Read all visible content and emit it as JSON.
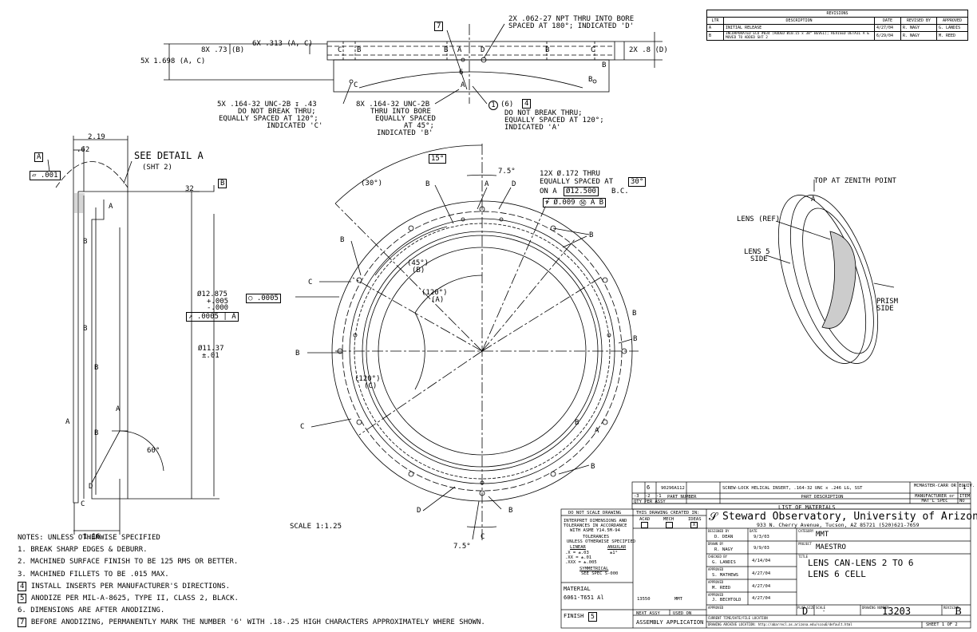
{
  "revisions": {
    "title": "REVISIONS",
    "headers": [
      "LTR",
      "DESCRIPTION",
      "DATE",
      "REVISED BY",
      "APPROVED"
    ],
    "rows": [
      [
        "A",
        "INITIAL RELEASE",
        "4/27/04",
        "R. NAGY",
        "G. LANDIS"
      ],
      [
        "B",
        "INCORPORATED ECO #034 (ADDED Ø10.15 x 38° BEVEL); REVISED DETAIL A & MOVED TO ADDED SHT 2",
        "6/29/04",
        "R. NAGY",
        "M. REED"
      ]
    ]
  },
  "top_view": {
    "dims": {
      "d_8x73": "8X .73 (B)",
      "d_6x313": "6X .313 (A, C)",
      "d_5x1698": "5X 1.698 (A, C)",
      "d_2x8": "2X .8 (D)"
    },
    "callout_7": "7",
    "npt_note_line1": "2X .062-27 NPT THRU INTO BORE",
    "npt_note_line2": "SPACED AT 180°; INDICATED 'D'",
    "note_c": [
      "5X .164-32 UNC-2B ↧ .43",
      "DO NOT BREAK THRU;",
      "EQUALLY SPACED AT 120°;",
      "INDICATED 'C'"
    ],
    "note_b": [
      "8X .164-32 UNC-2B",
      "THRU INTO BORE",
      "EQUALLY SPACED",
      "AT 45°;",
      "INDICATED 'B'"
    ],
    "note_a": [
      "(6)",
      "DO NOT BREAK THRU;",
      "EQUALLY SPACED AT 120°;",
      "INDICATED 'A'"
    ],
    "balloon_1": "1",
    "flag_4": "4",
    "letters_top": [
      "C",
      "B",
      "B",
      "A",
      "D",
      "B",
      "C",
      "B",
      "C",
      "A",
      "6",
      "B"
    ]
  },
  "section_view": {
    "d_219": "2.19",
    "d_62": ".62",
    "datum_a": "A",
    "flatness": ".001",
    "detail_label": "SEE DETAIL A",
    "detail_sheet": "(SHT 2)",
    "finish_32": "32",
    "datum_b": "B",
    "dia_12875": "Ø12.875",
    "tol_plus": "+.005",
    "tol_minus": "-.000",
    "runout": ".0005",
    "runout_datum": "A",
    "circularity": ".0005",
    "dia_1137": "Ø11.37",
    "tol_1137": "±.01",
    "angle_60": "60°",
    "d_116": "1.16",
    "letters": [
      "A",
      "B",
      "B",
      "B",
      "B",
      "A",
      "A",
      "D",
      "C"
    ]
  },
  "front_view": {
    "ang_15": "15°",
    "ang_75_top": "7.5°",
    "ang_30": "(30°)",
    "ang_45": "(45°)",
    "ang_45_sub": "(B)",
    "ang_120a": "(120°)",
    "ang_120a_sub": "(A)",
    "ang_120c": "(120°)",
    "ang_120c_sub": "(C)",
    "ang_75_bot": "7.5°",
    "hole_note_1": "12X Ø.172 THRU",
    "hole_note_2": "EQUALLY SPACED AT",
    "hole_angle": "30°",
    "hole_note_3": "ON A",
    "bc_dia": "Ø12.500",
    "bc_suffix": "B.C.",
    "position_tol": "Ø.009 Ⓜ A B",
    "scale": "SCALE 1:1.25",
    "letters": [
      "B",
      "A",
      "D",
      "B",
      "C",
      "B",
      "B",
      "B",
      "C",
      "B",
      "A",
      "D",
      "B",
      "C",
      "B",
      "B"
    ]
  },
  "iso_view": {
    "top_label": "TOP AT ZENITH POINT",
    "lens_ref": "LENS (REF)",
    "lens5": "LENS 5",
    "lens5_side": "SIDE",
    "prism": "PRISM",
    "prism_side": "SIDE",
    "a_mark": "A"
  },
  "notes": {
    "header": "NOTES: UNLESS OTHERWISE SPECIFIED",
    "items": [
      {
        "num": "1.",
        "text": "BREAK SHARP EDGES & DEBURR.",
        "flag": false
      },
      {
        "num": "2.",
        "text": "MACHINED SURFACE FINISH TO BE 125 RMS OR BETTER.",
        "flag": false
      },
      {
        "num": "3.",
        "text": "MACHINED FILLETS TO BE .015 MAX.",
        "flag": false
      },
      {
        "num": "4",
        "text": "INSTALL INSERTS PER MANUFACTURER'S DIRECTIONS.",
        "flag": true
      },
      {
        "num": "5",
        "text": "ANODIZE PER MIL-A-8625, TYPE II, CLASS 2, BLACK.",
        "flag": true
      },
      {
        "num": "6.",
        "text": "DIMENSIONS ARE AFTER ANODIZING.",
        "flag": false
      },
      {
        "num": "7",
        "text": "BEFORE ANODIZING, PERMANENTLY MARK THE NUMBER '6' WITH .18-.25 HIGH CHARACTERS APPROXIMATELY WHERE SHOWN.",
        "flag": true
      }
    ]
  },
  "bom": {
    "row": {
      "qty": "6",
      "part": "90296A112",
      "desc": "SCREW-LOCK HELICAL INSERT, .164-32 UNC x .246 LG, SST",
      "mfr": "MCMASTER-CARR OR EQUIV.",
      "item": "1"
    },
    "dash": [
      "-3",
      "-2",
      "-1"
    ],
    "qty_label": "QTY PER ASSY",
    "part_label": "PART NUMBER",
    "desc_label": "PART DESCRIPTION",
    "mfr_label": "MANUFACTURER or MAT'L SPEC",
    "item_label": "ITEM NO",
    "list_label": "LIST OF MATERIALS"
  },
  "title_block": {
    "do_not_scale": "DO NOT SCALE DRAWING",
    "interpret": [
      "INTERPRET DIMENSIONS AND",
      "TOLERANCES IN ACCORDANCE",
      "WITH ASME Y14.5M-94"
    ],
    "tolerances": "TOLERANCES",
    "tol_unless": "UNLESS OTHERWISE SPECIFIED",
    "linear": "LINEAR",
    "angular": "ANGULAR",
    "tol_values": [
      ".X  = ±.03",
      ".XX = ±.01",
      ".XXX = ±.005"
    ],
    "tol_ang": "±1°",
    "symmetrical": "SYMMETRICAL",
    "see_spec": "SEE SPEC S-000",
    "material_label": "MATERIAL",
    "material": "6061-T651 Al",
    "finish_label": "FINISH",
    "finish_flag": "5",
    "created_in": "THIS DRAWING CREATED IN:",
    "cad": [
      "ACAD",
      "MECH",
      "IDEAS"
    ],
    "cad_checked": "X",
    "next_assy_val": "13550",
    "used_on_val": "MMT",
    "next_assy": "NEXT ASSY",
    "used_on": "USED ON",
    "application": "ASSEMBLY APPLICATION",
    "org": "Steward Observatory, University of Arizona",
    "address": "933 N. Cherry Avenue, Tucson, AZ 85721 (520)621-7659",
    "people": [
      {
        "role": "DESIGNED BY",
        "name": "D. DEAN",
        "date": "9/3/03"
      },
      {
        "role": "DRAWN BY",
        "name": "R. NAGY",
        "date": "9/9/03"
      },
      {
        "role": "CHECKED BY",
        "name": "G. LANDIS",
        "date": "4/14/04"
      },
      {
        "role": "APPROVED",
        "name": "S. MATHEWS",
        "date": "4/27/04"
      },
      {
        "role": "APPROVED",
        "name": "M. REED",
        "date": "4/27/04"
      },
      {
        "role": "APPROVED",
        "name": "J. BECHTOLD",
        "date": "4/27/04"
      },
      {
        "role": "APPROVED",
        "name": "",
        "date": ""
      }
    ],
    "date_label": "DATE",
    "category_label": "CATEGORY",
    "category": "MMT",
    "project_label": "PROJECT",
    "project": "MAESTRO",
    "title_label": "TITLE",
    "title1": "LENS CAN-LENS 2 TO 6",
    "title2": "LENS 6 CELL",
    "plot_size_label": "PLOT SIZE",
    "plot_size": "D",
    "scale_label": "SCALE",
    "scale": "-",
    "drawing_no_label": "DRAWING NUMBER",
    "drawing_no": "13203",
    "revision_label": "REVISION",
    "revision": "B",
    "current_time": "CURRENT TIME/DATE/FILE LOCATION",
    "archive": "DRAWING ARCHIVE LOCATION: http://abarrecl.as.arizona.edu/scou6/default.html",
    "sheet": "SHEET 1 OF 2"
  }
}
